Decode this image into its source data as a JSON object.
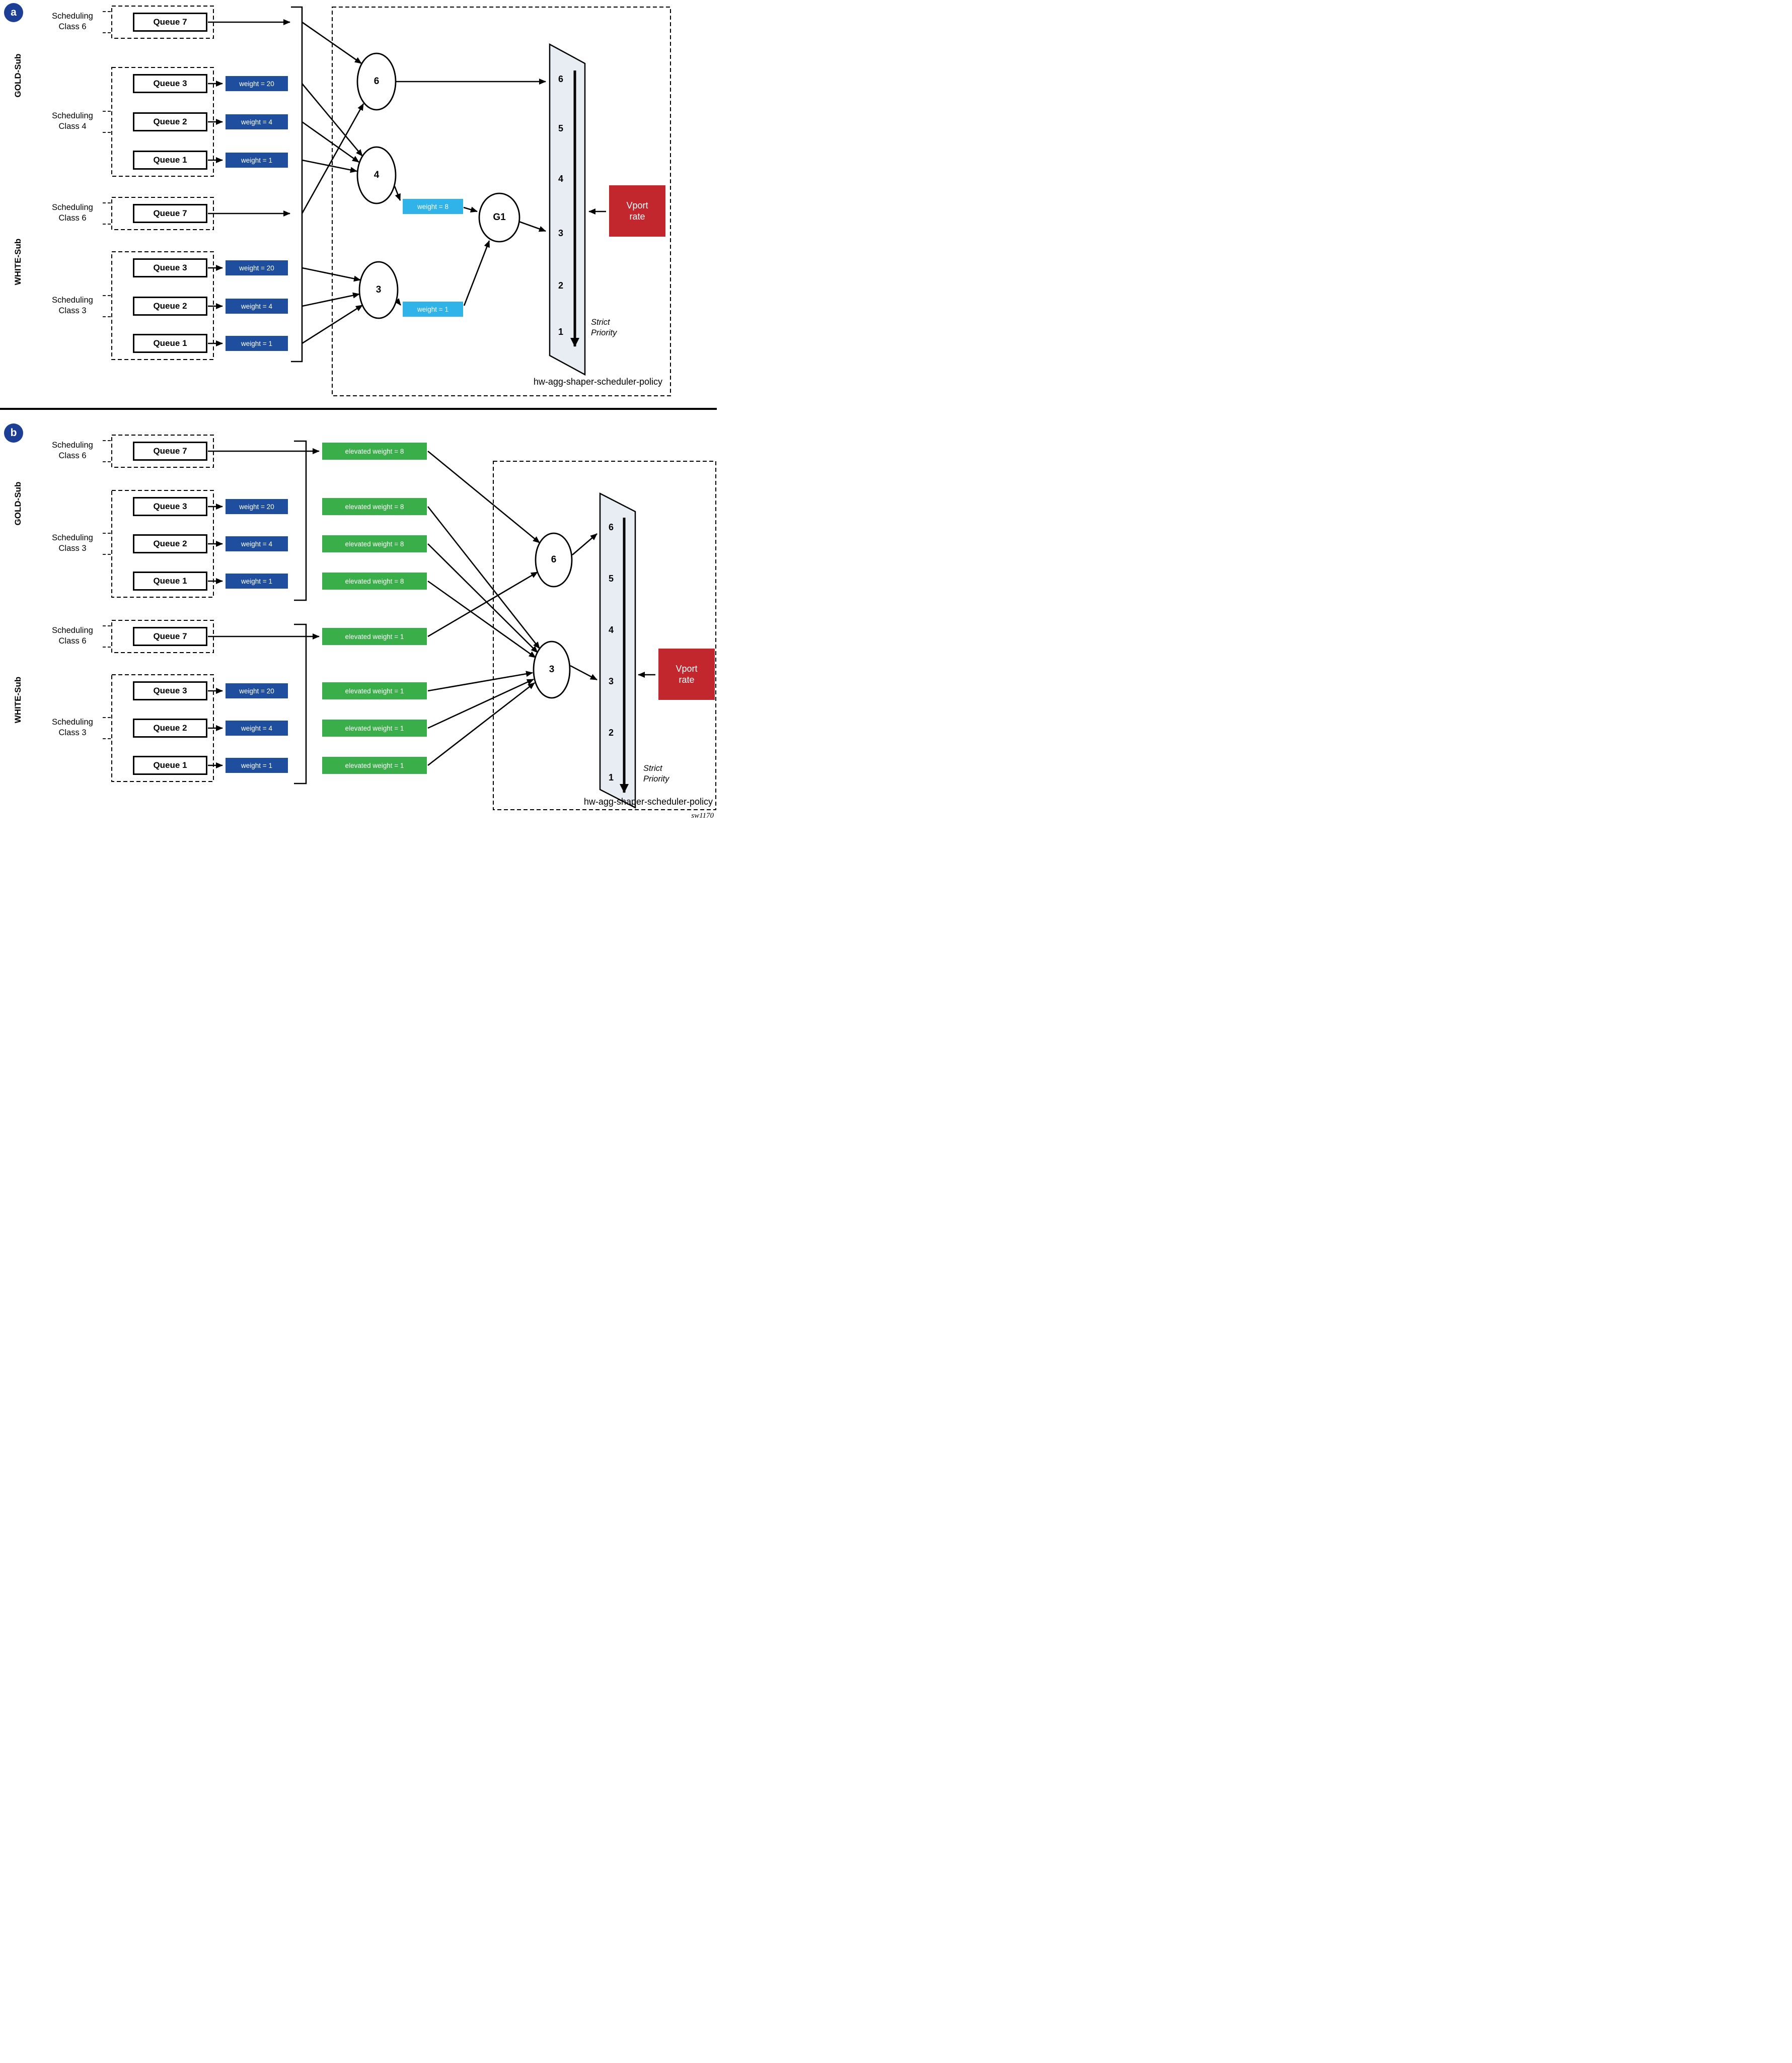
{
  "colors": {
    "dark_blue": "#1f4e9f",
    "light_blue": "#2fb3e8",
    "green": "#3aae49",
    "red": "#c1272d",
    "badge_navy": "#1c3e94",
    "panel_fill": "#e8edf4"
  },
  "footer_code": "sw1170",
  "shared": {
    "policy_label": "hw-agg-shaper-scheduler-policy",
    "strict_priority": "Strict\nPriority",
    "vport_rate": "Vport\nrate",
    "priority_levels": [
      "6",
      "5",
      "4",
      "3",
      "2",
      "1"
    ],
    "gold_label": "GOLD-Sub",
    "white_label": "WHITE-Sub"
  },
  "section_a": {
    "badge": "a",
    "gold": {
      "class6_label": "Scheduling\nClass 6",
      "class4_label": "Scheduling\nClass 4",
      "q7": "Queue 7",
      "q3": "Queue 3",
      "q2": "Queue 2",
      "q1": "Queue 1",
      "w_q3": "weight = 20",
      "w_q2": "weight = 4",
      "w_q1": "weight = 1"
    },
    "white": {
      "class6_label": "Scheduling\nClass 6",
      "class3_label": "Scheduling\nClass 3",
      "q7": "Queue 7",
      "q3": "Queue 3",
      "q2": "Queue 2",
      "q1": "Queue 1",
      "w_q3": "weight = 20",
      "w_q2": "weight = 4",
      "w_q1": "weight = 1"
    },
    "scheduler_nodes": {
      "class6": "6",
      "class4": "4",
      "class3": "3",
      "group": "G1"
    },
    "group_weights": {
      "from_class4": "weight = 8",
      "from_class3": "weight = 1"
    }
  },
  "section_b": {
    "badge": "b",
    "gold": {
      "class6_label": "Scheduling\nClass 6",
      "class3_label": "Scheduling\nClass 3",
      "q7": "Queue 7",
      "q3": "Queue 3",
      "q2": "Queue 2",
      "q1": "Queue 1",
      "w_q3": "weight = 20",
      "w_q2": "weight = 4",
      "w_q1": "weight = 1",
      "e_q7": "elevated weight = 8",
      "e_q3": "elevated weight = 8",
      "e_q2": "elevated weight = 8",
      "e_q1": "elevated weight = 8"
    },
    "white": {
      "class6_label": "Scheduling\nClass 6",
      "class3_label": "Scheduling\nClass 3",
      "q7": "Queue 7",
      "q3": "Queue 3",
      "q2": "Queue 2",
      "q1": "Queue 1",
      "w_q3": "weight = 20",
      "w_q2": "weight = 4",
      "w_q1": "weight = 1",
      "e_q7": "elevated weight = 1",
      "e_q3": "elevated weight = 1",
      "e_q2": "elevated weight = 1",
      "e_q1": "elevated weight = 1"
    },
    "scheduler_nodes": {
      "class6": "6",
      "class3": "3"
    }
  }
}
